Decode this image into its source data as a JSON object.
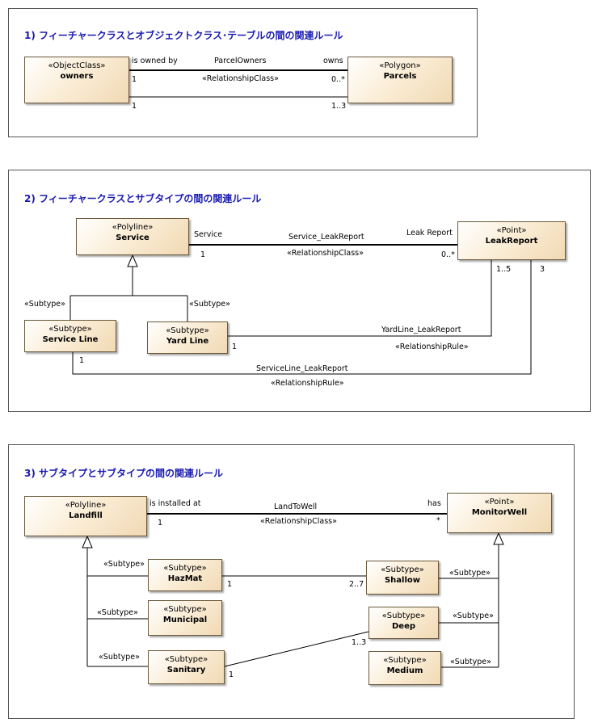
{
  "panels": [
    {
      "title": "1) フィーチャークラスとオブジェクトクラス･テーブルの間の関連ルール",
      "classes": {
        "owners": {
          "stereotype": "«ObjectClass»",
          "name": "owners"
        },
        "parcels": {
          "stereotype": "«Polygon»",
          "name": "Parcels"
        }
      },
      "labels": {
        "is_owned_by": "is owned by",
        "assoc_name": "ParcelOwners",
        "owns": "owns",
        "mult_left_top": "1",
        "stereotype": "«RelationshipClass»",
        "mult_right_top": "0..*",
        "mult_left_bottom": "1",
        "mult_right_bottom": "1..3"
      }
    },
    {
      "title": "2) フィーチャークラスとサブタイプの間の関連ルール",
      "classes": {
        "service": {
          "stereotype": "«Polyline»",
          "name": "Service"
        },
        "leakreport": {
          "stereotype": "«Point»",
          "name": "LeakReport"
        },
        "service_line": {
          "stereotype": "«Subtype»",
          "name": "Service Line"
        },
        "yard_line": {
          "stereotype": "«Subtype»",
          "name": "Yard Line"
        }
      },
      "labels": {
        "service_role": "Service",
        "assoc_name": "Service_LeakReport",
        "leak_role": "Leak Report",
        "mult_service": "1",
        "stereotype": "«RelationshipClass»",
        "mult_leak": "0..*",
        "mult_1_5": "1..5",
        "mult_3": "3",
        "subtype_left": "«Subtype»",
        "subtype_right": "«Subtype»",
        "yardline_rule": "YardLine_LeakReport",
        "mult_yard": "1",
        "rule_stereo_1": "«RelationshipRule»",
        "mult_serviceline": "1",
        "serviceline_rule": "ServiceLine_LeakReport",
        "rule_stereo_2": "«RelationshipRule»"
      }
    },
    {
      "title": "3) サブタイプとサブタイプの間の関連ルール",
      "classes": {
        "landfill": {
          "stereotype": "«Polyline»",
          "name": "Landfill"
        },
        "monitorwell": {
          "stereotype": "«Point»",
          "name": "MonitorWell"
        },
        "hazmat": {
          "stereotype": "«Subtype»",
          "name": "HazMat"
        },
        "municipal": {
          "stereotype": "«Subtype»",
          "name": "Municipal"
        },
        "sanitary": {
          "stereotype": "«Subtype»",
          "name": "Sanitary"
        },
        "shallow": {
          "stereotype": "«Subtype»",
          "name": "Shallow"
        },
        "deep": {
          "stereotype": "«Subtype»",
          "name": "Deep"
        },
        "medium": {
          "stereotype": "«Subtype»",
          "name": "Medium"
        }
      },
      "labels": {
        "installed_at": "is installed at",
        "assoc_name": "LandToWell",
        "has": "has",
        "mult_landfill": "1",
        "stereotype": "«RelationshipClass»",
        "mult_well": "*",
        "sub_hazmat": "«Subtype»",
        "sub_municipal": "«Subtype»",
        "sub_sanitary": "«Subtype»",
        "sub_shallow": "«Subtype»",
        "sub_deep": "«Subtype»",
        "sub_medium": "«Subtype»",
        "mult_hazmat": "1",
        "mult_shallow": "2..7",
        "mult_deep": "1..3",
        "mult_sanitary": "1"
      }
    }
  ],
  "colors": {
    "title": "#1a1ab0",
    "border": "#555555",
    "class_fill": "#f1d9b3",
    "class_border": "#6b5a3c"
  }
}
